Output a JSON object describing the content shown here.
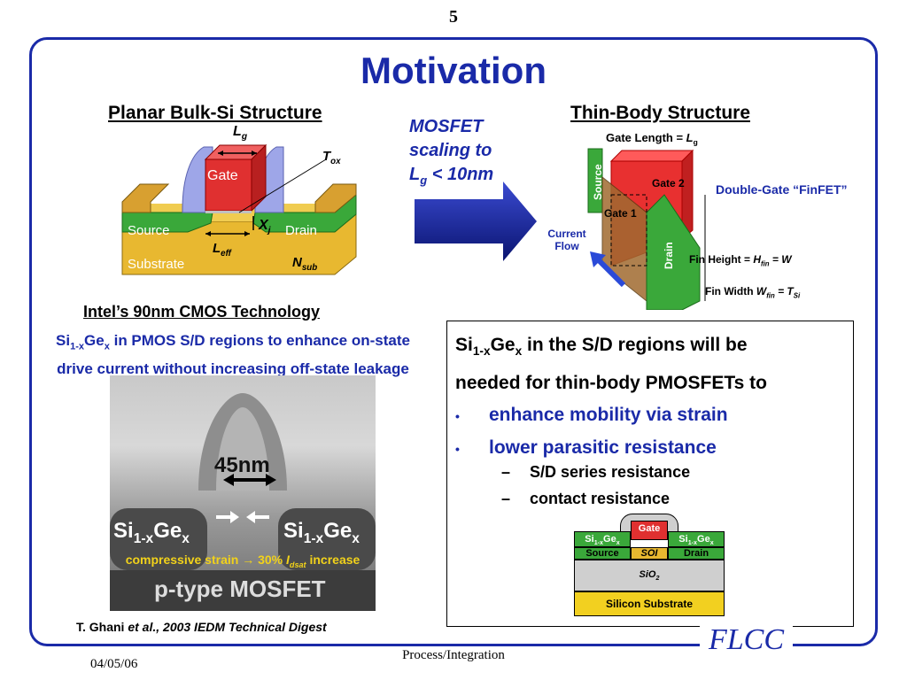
{
  "slide": {
    "page_number": "5",
    "title": "Motivation",
    "planar": {
      "heading": "Planar Bulk-Si Structure",
      "gate": "Gate",
      "source": "Source",
      "drain": "Drain",
      "substrate": "Substrate",
      "lg": "L",
      "lg_sub": "g",
      "tox": "T",
      "tox_sub": "ox",
      "xj": "X",
      "xj_sub": "j",
      "leff": "L",
      "leff_sub": "eff",
      "nsub": "N",
      "nsub_sub": "sub"
    },
    "arrow_text": {
      "line1": "MOSFET",
      "line2": "scaling to",
      "line3_main": "L",
      "line3_sub": "g",
      "line3_rest": " < 10nm"
    },
    "thinbody": {
      "heading": "Thin-Body Structure",
      "gate_length": "Gate Length = ",
      "gate_length_var": "L",
      "gate_length_sub": "g",
      "source": "Source",
      "drain": "Drain",
      "gate1": "Gate 1",
      "gate2": "Gate 2",
      "double_gate": "Double-Gate “FinFET”",
      "current_flow_1": "Current",
      "current_flow_2": "Flow",
      "fin_height": "Fin Height = ",
      "fin_height_var": "H",
      "fin_height_sub": "fin",
      "fin_height_eq": " = W",
      "fin_width": "Fin Width ",
      "fin_width_var": "W",
      "fin_width_sub": "fin",
      "fin_width_eq": " = T",
      "fin_width_eq_sub": "Si"
    },
    "intel": {
      "heading": "Intel’s 90nm CMOS Technology",
      "desc1_a": "Si",
      "desc1_sub1": "1-x",
      "desc1_b": "Ge",
      "desc1_sub2": "x",
      "desc1_c": " in PMOS S/D regions to enhance on-state",
      "desc2": "drive current without increasing off-state leakage",
      "tem_45nm": "45nm",
      "tem_sige_a": "Si",
      "tem_sige_sub1": "1-x",
      "tem_sige_b": "Ge",
      "tem_sige_sub2": "x",
      "tem_strain_a": "compressive strain → 30% ",
      "tem_strain_var": "I",
      "tem_strain_sub": "dsat",
      "tem_strain_b": " increase",
      "tem_pmos": "p-type MOSFET",
      "citation_a": "T. Ghani ",
      "citation_b": "et al., 2003 IEDM Technical Digest"
    },
    "box": {
      "line1_a": "Si",
      "line1_sub1": "1-x",
      "line1_b": "Ge",
      "line1_sub2": "x",
      "line1_c": " in the S/D regions will be",
      "line2": "needed for thin-body PMOSFETs to",
      "bullet1": "enhance mobility via strain",
      "bullet2": "lower parasitic resistance",
      "sub1": "S/D series resistance",
      "sub2": "contact resistance",
      "bullet_glyph": "•",
      "dash_glyph": "–",
      "diag_gate": "Gate",
      "diag_sige_a": "Si",
      "diag_sige_sub1": "1-x",
      "diag_sige_b": "Ge",
      "diag_sige_sub2": "x",
      "diag_source": "Source",
      "diag_soi": "SOI",
      "diag_drain": "Drain",
      "diag_sio2_a": "SiO",
      "diag_sio2_sub": "2",
      "diag_substrate": "Silicon Substrate"
    },
    "footer": {
      "date": "04/05/06",
      "center": "Process/Integration",
      "logo": "FLCC"
    },
    "colors": {
      "accent_blue": "#1a2aa8",
      "gate_red": "#e03030",
      "green": "#3aa83a",
      "gold": "#e8b830"
    }
  }
}
